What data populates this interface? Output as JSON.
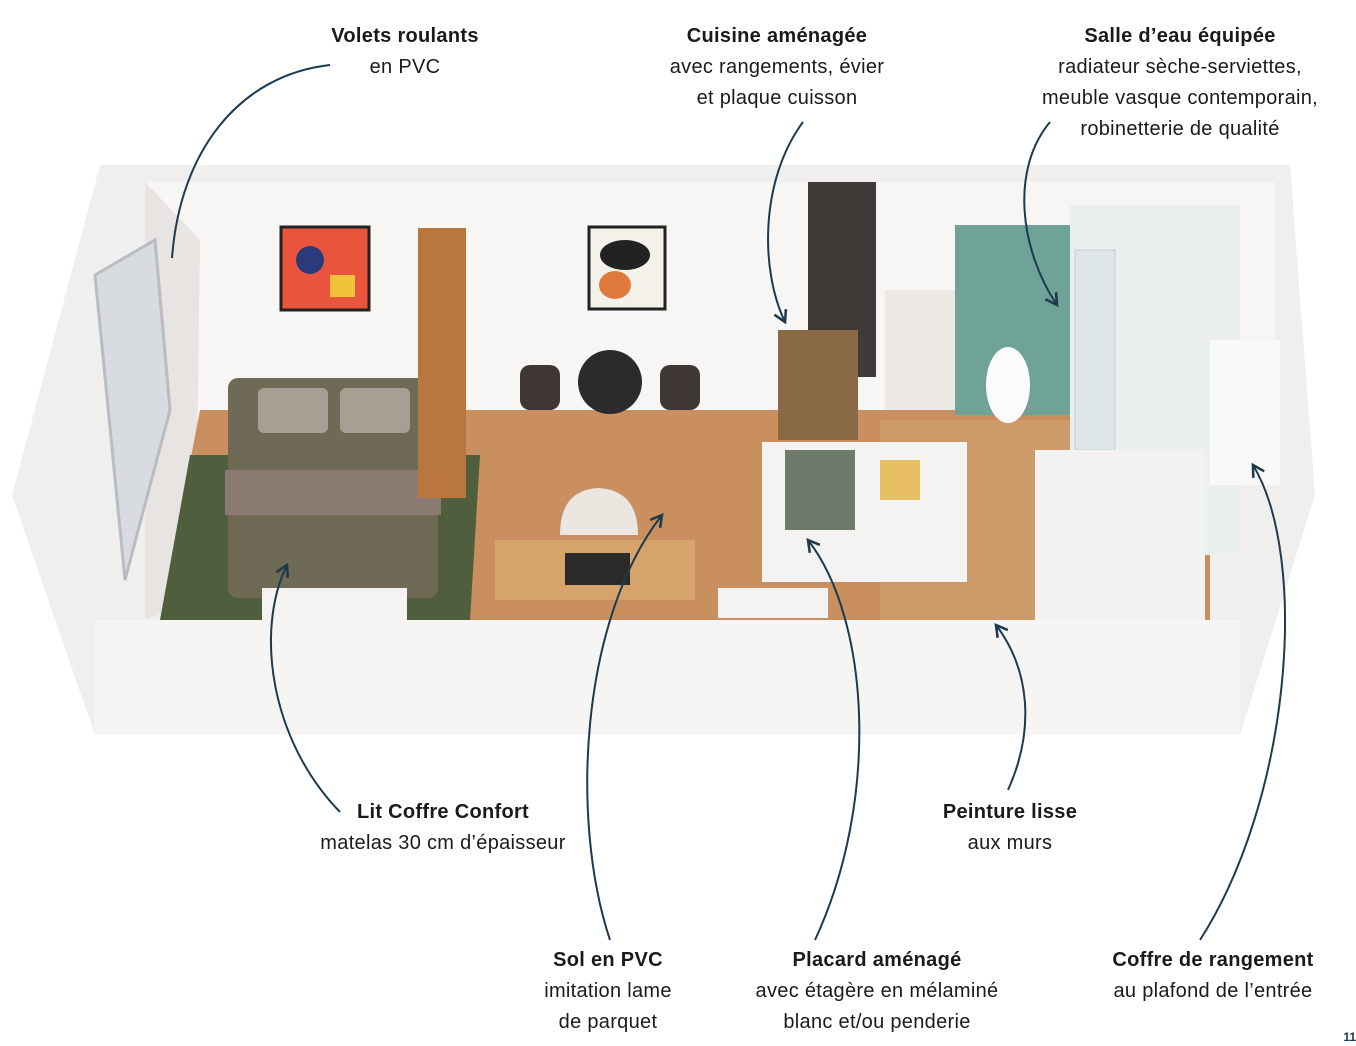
{
  "annotations": {
    "volets": {
      "title": "Volets roulants",
      "lines": [
        "en PVC"
      ]
    },
    "cuisine": {
      "title": "Cuisine aménagée",
      "lines": [
        "avec rangements, évier",
        "et plaque cuisson"
      ]
    },
    "salle_eau": {
      "title": "Salle d’eau équipée",
      "lines": [
        "radiateur sèche-serviettes,",
        "meuble vasque contemporain,",
        "robinetterie de qualité"
      ]
    },
    "lit": {
      "title": "Lit Coffre Confort",
      "lines": [
        "matelas 30 cm d’épaisseur"
      ]
    },
    "peinture": {
      "title": "Peinture lisse",
      "lines": [
        "aux murs"
      ]
    },
    "sol": {
      "title": "Sol en PVC",
      "lines": [
        "imitation lame",
        "de parquet"
      ]
    },
    "placard": {
      "title": "Placard aménagé",
      "lines": [
        "avec étagère en mélaminé",
        "blanc et/ou penderie"
      ]
    },
    "coffre": {
      "title": "Coffre de rangement",
      "lines": [
        "au plafond de l’entrée"
      ]
    }
  },
  "page_number": "11",
  "colors": {
    "arrow": "#1d3a4f",
    "floor": "#c98f5e",
    "rug": "#4f5f3e",
    "bath_wall": "#6fa397"
  }
}
